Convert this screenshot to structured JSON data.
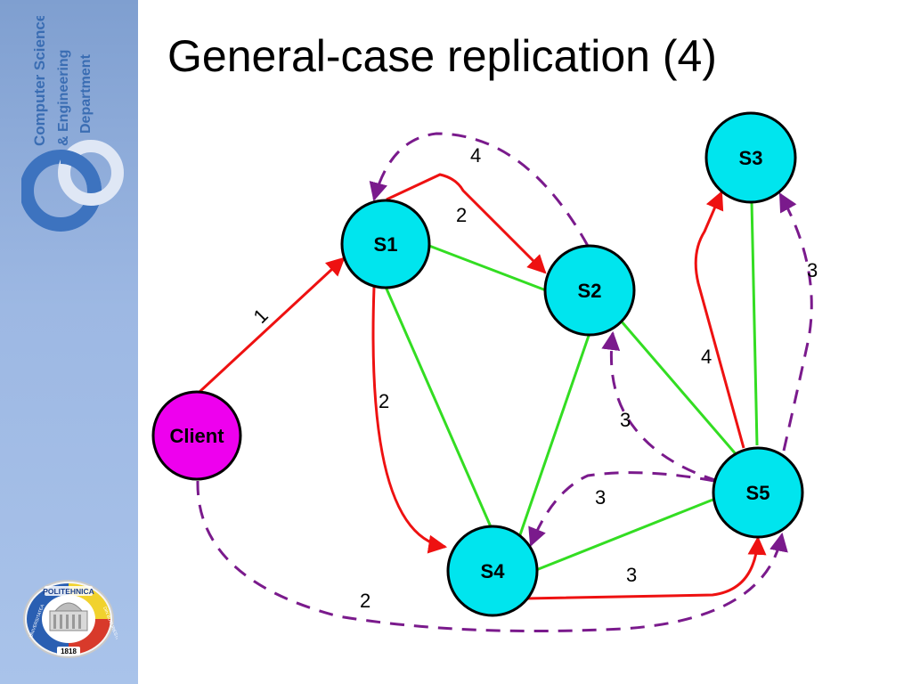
{
  "slide": {
    "title": "General-case replication (4)",
    "sidebar": {
      "department_lines": [
        "Computer Science",
        "& Engineering",
        "Department"
      ],
      "seal": {
        "top": "POLITEHNICA",
        "left": "UNIVERSITATEA",
        "right": "DIN BUCURESTI",
        "year": "1818"
      }
    }
  },
  "diagram": {
    "nodes": [
      {
        "id": "S1",
        "label": "S1"
      },
      {
        "id": "S2",
        "label": "S2"
      },
      {
        "id": "S3",
        "label": "S3"
      },
      {
        "id": "S4",
        "label": "S4"
      },
      {
        "id": "S5",
        "label": "S5"
      },
      {
        "id": "Client",
        "label": "Client"
      }
    ],
    "links": [
      {
        "from": "S1",
        "to": "S2"
      },
      {
        "from": "S1",
        "to": "S4"
      },
      {
        "from": "S2",
        "to": "S4"
      },
      {
        "from": "S2",
        "to": "S5"
      },
      {
        "from": "S4",
        "to": "S5"
      },
      {
        "from": "S3",
        "to": "S5"
      }
    ],
    "requests": [
      {
        "from": "Client",
        "to": "S1",
        "label": "1"
      },
      {
        "from": "S1",
        "to": "S2",
        "label": "2"
      },
      {
        "from": "S1",
        "to": "S4",
        "label": "2"
      },
      {
        "from": "S4",
        "to": "S5",
        "label": "3"
      },
      {
        "from": "S5",
        "to": "S3",
        "label": "4"
      }
    ],
    "acks": [
      {
        "from": "S2",
        "to": "S1",
        "label": "4"
      },
      {
        "from": "S5",
        "to": "S3",
        "label": "3"
      },
      {
        "from": "S5",
        "to": "S2",
        "label": "3"
      },
      {
        "from": "S5",
        "to": "S4",
        "label": "3"
      },
      {
        "from": "Client",
        "to": "S5",
        "label": "2"
      }
    ],
    "colors": {
      "server_fill": "#00e5ee",
      "client_fill": "#ee00ee",
      "node_stroke": "#000000",
      "link": "#33dd22",
      "request": "#ee1111",
      "ack": "#7a1a8c"
    }
  }
}
